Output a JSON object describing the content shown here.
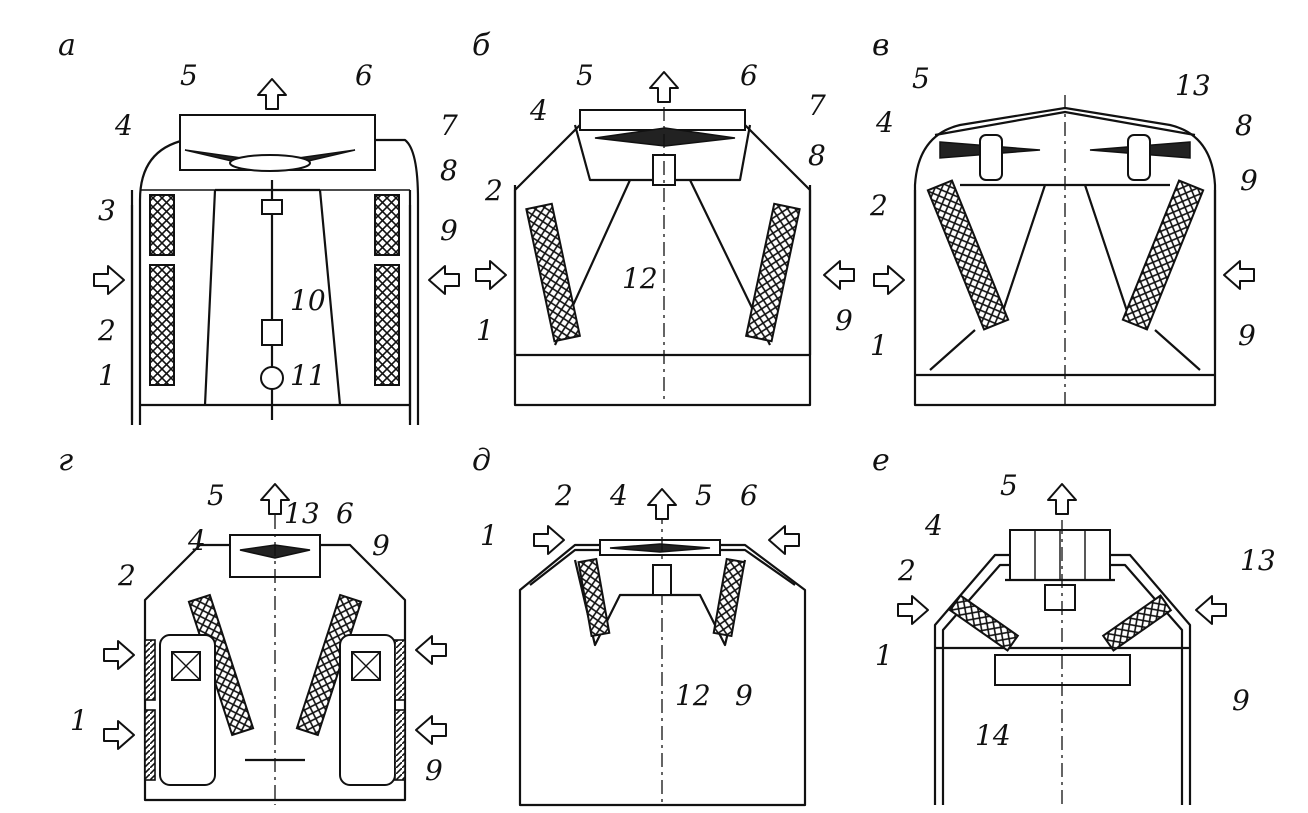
{
  "panels": [
    {
      "id": "a",
      "label": "а",
      "numbers": [
        "1",
        "2",
        "3",
        "4",
        "5",
        "6",
        "7",
        "8",
        "9",
        "10",
        "11"
      ]
    },
    {
      "id": "b",
      "label": "б",
      "numbers": [
        "1",
        "2",
        "4",
        "5",
        "6",
        "7",
        "8",
        "9",
        "12"
      ]
    },
    {
      "id": "v",
      "label": "в",
      "numbers": [
        "1",
        "2",
        "4",
        "5",
        "8",
        "9",
        "9",
        "13"
      ]
    },
    {
      "id": "g",
      "label": "г",
      "numbers": [
        "1",
        "2",
        "4",
        "5",
        "6",
        "9",
        "9",
        "13"
      ]
    },
    {
      "id": "d",
      "label": "д",
      "numbers": [
        "1",
        "2",
        "4",
        "5",
        "6",
        "9",
        "12"
      ]
    },
    {
      "id": "e",
      "label": "е",
      "numbers": [
        "1",
        "2",
        "4",
        "5",
        "9",
        "13",
        "14"
      ]
    }
  ]
}
